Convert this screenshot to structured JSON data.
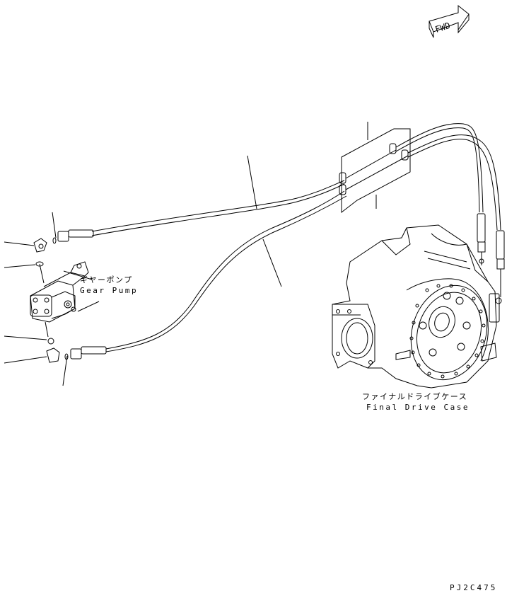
{
  "fwd_arrow": {
    "label": "FWD"
  },
  "gear_pump": {
    "label_jp": "ギヤーポンプ",
    "label_en": "Gear Pump"
  },
  "final_drive_case": {
    "label_jp": "ファイナルドライブケース",
    "label_en": "Final Drive Case"
  },
  "drawing_id": "PJ2C475"
}
